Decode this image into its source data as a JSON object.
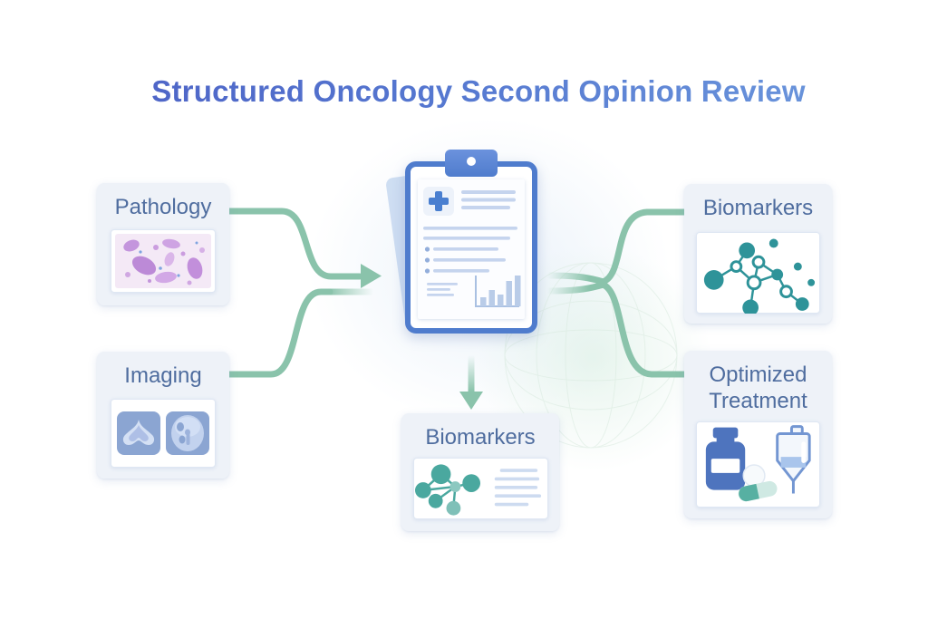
{
  "title": "Structured Oncology Second Opinion Review",
  "nodes": {
    "pathology": {
      "label": "Pathology",
      "icon": "histology-slide-icon"
    },
    "imaging": {
      "label": "Imaging",
      "icon": "ct-mri-scan-icons"
    },
    "central_report": {
      "icon": "clipboard-medical-report-icon"
    },
    "biomarkers_right": {
      "label": "Biomarkers",
      "icon": "molecule-network-icon"
    },
    "optimized_treatment": {
      "label": "Optimized Treatment",
      "icon": "medication-and-iv-bag-icons"
    },
    "biomarkers_bottom": {
      "label": "Biomarkers",
      "icon": "molecule-network-icon"
    }
  },
  "colors": {
    "title_gradient_start": "#4c5fc4",
    "title_gradient_end": "#6f9cde",
    "node_label": "#4f6d9f",
    "arrow_green": "#8ac3ab",
    "card_background": "#eef2f8",
    "clipboard_blue": "#4f7ccd",
    "molecule_teal": "#2e9399",
    "bottle_blue": "#4e74be",
    "capsule_teal": "#57b0a2"
  }
}
